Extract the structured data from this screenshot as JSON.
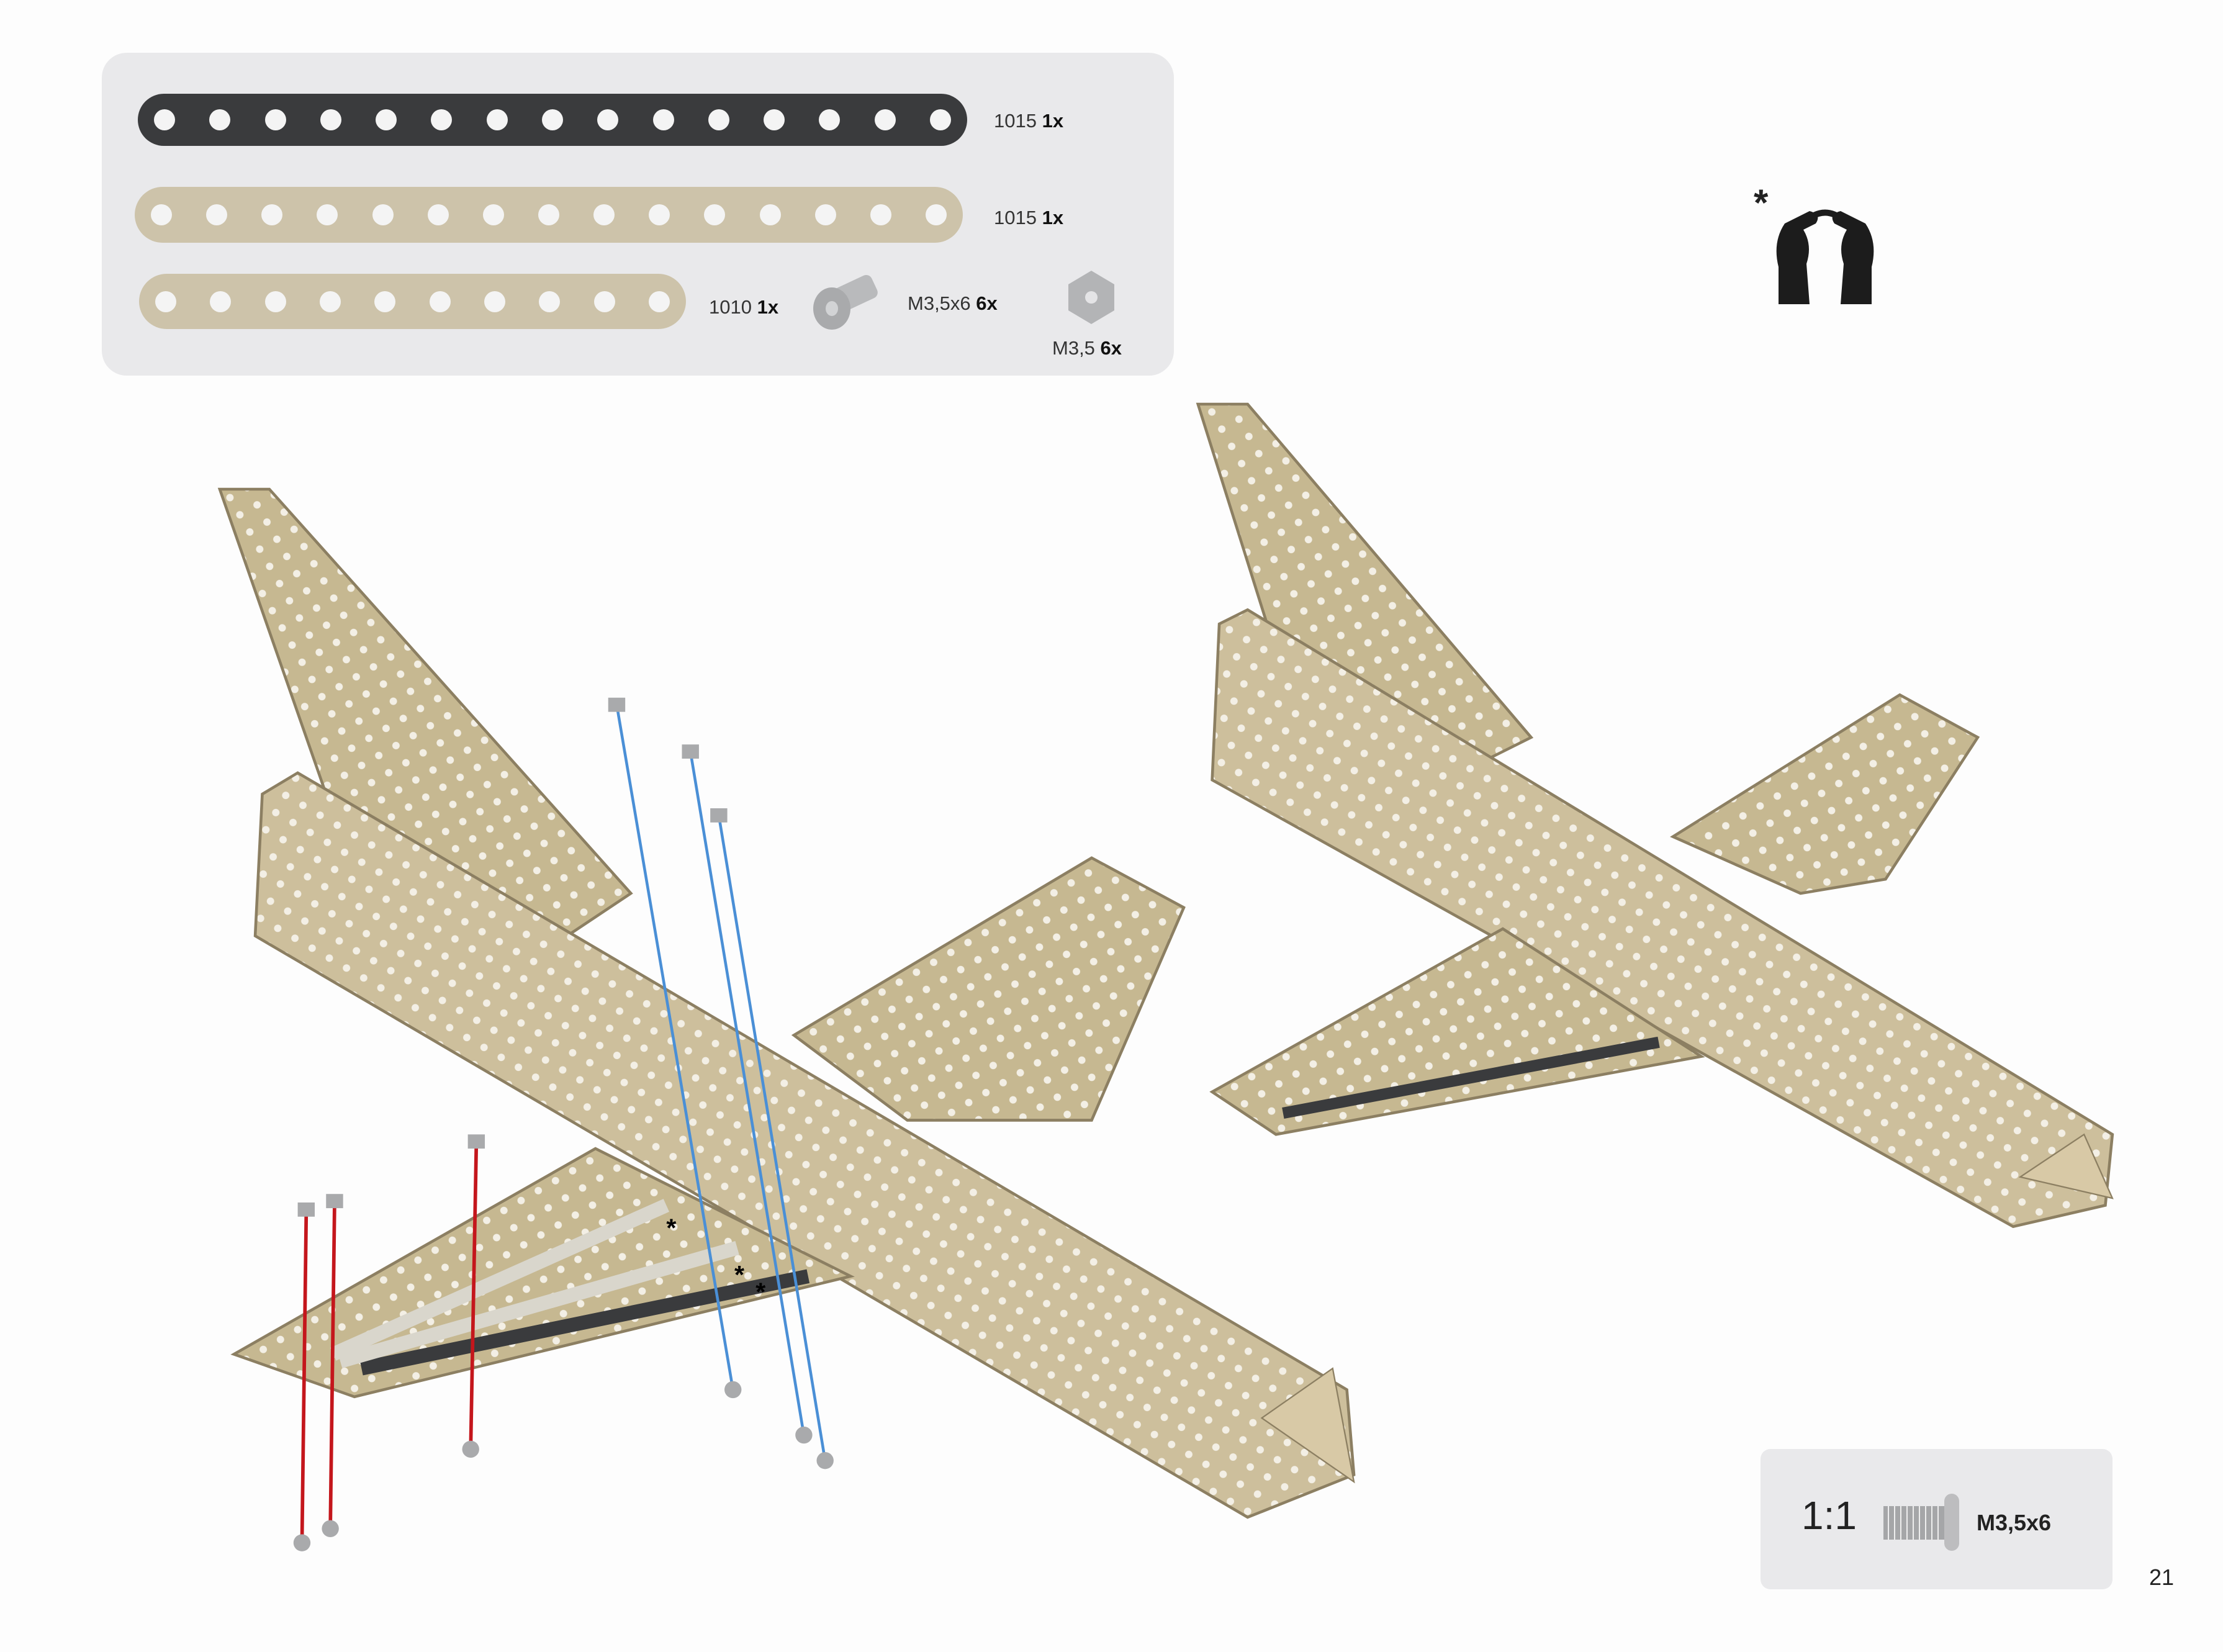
{
  "parts": [
    {
      "code": "1015",
      "qty": "1x",
      "color": "#3a3b3d"
    },
    {
      "code": "1015",
      "qty": "1x",
      "color": "#cdc3aa"
    },
    {
      "code": "1010",
      "qty": "1x",
      "color": "#cdc3aa"
    },
    {
      "code": "M3,5x6",
      "qty": "6x",
      "icon": "bolt-icon"
    },
    {
      "code": "M3,5",
      "qty": "6x",
      "icon": "nut-icon"
    }
  ],
  "hands_hint": {
    "mark": "*",
    "icon": "hands-tighten-icon"
  },
  "assembly_marks": [
    "*",
    "*",
    "*"
  ],
  "scale_box": {
    "ratio": "1:1",
    "bolt_label": "M3,5x6"
  },
  "page_number": "21",
  "colors": {
    "beam": "#cdbf9c",
    "beam_edge": "#8c7f62",
    "blue_guide": "#4a8fd6",
    "red_guide": "#c4161c",
    "panel": "#e9e9eb"
  }
}
